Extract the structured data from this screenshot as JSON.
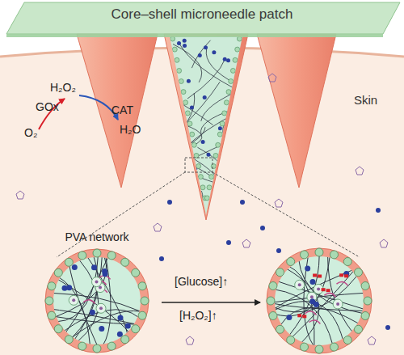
{
  "diagram": {
    "nodes": [
      {
        "text": [
          "Core–shell microneedle patch"
        ]
      },
      {
        "text": [
          "Skin"
        ]
      },
      {
        "text": [
          "PVA network"
        ],
        "in": 1
      }
    ],
    "labels": [
      "GOx",
      "H₂O₂",
      "CAT",
      "O₂",
      "H₂O",
      "[Glucose]↑",
      "[H₂O₂]↑"
    ]
  }
}
